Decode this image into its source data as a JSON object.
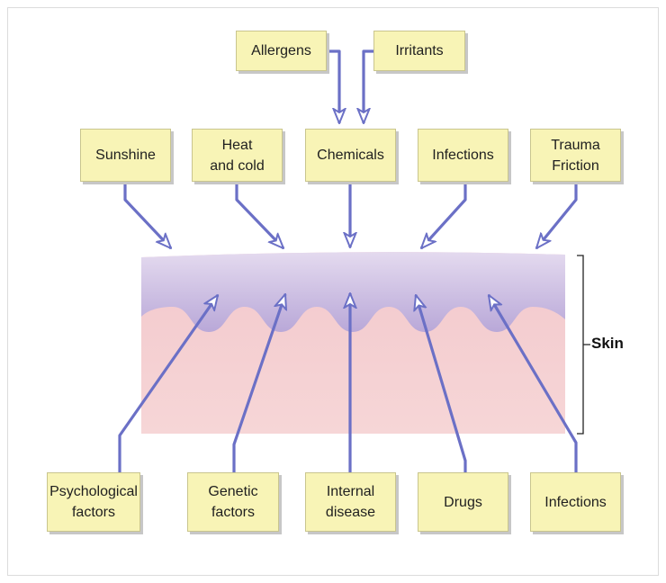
{
  "chemical_sources": [
    {
      "lines": [
        "Allergens"
      ]
    },
    {
      "lines": [
        "Irritants"
      ]
    }
  ],
  "external_factors": [
    {
      "lines": [
        "Sunshine"
      ]
    },
    {
      "lines": [
        "Heat",
        "and cold"
      ]
    },
    {
      "lines": [
        "Chemicals"
      ]
    },
    {
      "lines": [
        "Infections"
      ]
    },
    {
      "lines": [
        "Trauma",
        "Friction"
      ]
    }
  ],
  "internal_factors": [
    {
      "lines": [
        "Psychological",
        "factors"
      ]
    },
    {
      "lines": [
        "Genetic",
        "factors"
      ]
    },
    {
      "lines": [
        "Internal",
        "disease"
      ]
    },
    {
      "lines": [
        "Drugs"
      ]
    },
    {
      "lines": [
        "Infections"
      ]
    }
  ],
  "skin": {
    "label": "Skin"
  },
  "colors": {
    "box_fill": "#f8f4b6",
    "box_border": "#c9c58e",
    "arrow": "#6b70c6",
    "epidermis_top": "#e4daef",
    "epidermis_bottom": "#b9a8d8",
    "dermis_top": "#f3c8cc",
    "dermis_bottom": "#f6d6d7"
  }
}
